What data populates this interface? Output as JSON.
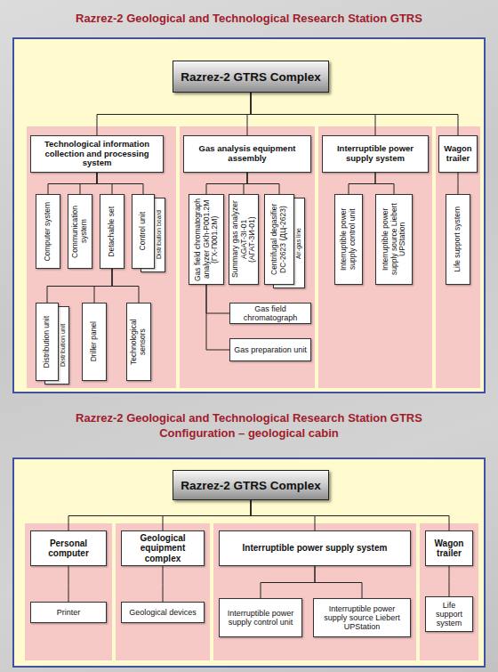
{
  "diagram": {
    "title": "Razrez-2 Geological and Technological Research Station GTRS",
    "nodes": [
      {
        "text": [
          "Razrez-2 GTRS Complex"
        ]
      },
      {
        "text": [
          "Technological information collection and processing system"
        ]
      },
      {
        "text": [
          "Computer system"
        ]
      },
      {
        "text": [
          "Communication system"
        ]
      },
      {
        "text": [
          "Detachable set"
        ]
      },
      {
        "text": [
          "Control unit"
        ]
      },
      {
        "text": [
          "Distribution board"
        ]
      },
      {
        "text": [
          "Distribution unit"
        ]
      },
      {
        "text": [
          "Distribution unit"
        ]
      },
      {
        "text": [
          "Driller panel"
        ]
      },
      {
        "text": [
          "Technological sensors"
        ]
      },
      {
        "text": [
          "Gas analysis equipment assembly"
        ]
      },
      {
        "text": [
          "Gas field chromatograph analyzer GKh-P001.2M (ГХ-П001.2М)"
        ]
      },
      {
        "text": [
          "Summary gas analyzer AGAT-3I-01 (АГАТ-3И-01)"
        ]
      },
      {
        "text": [
          "Centrifugal degasifier DC-2623 (ДЦ-2623)"
        ]
      },
      {
        "text": [
          "Air-gas line"
        ]
      },
      {
        "text": [
          "Gas field chromatograph"
        ]
      },
      {
        "text": [
          "Gas preparation unit"
        ]
      },
      {
        "text": [
          "Interruptible power supply system"
        ]
      },
      {
        "text": [
          "Interruptible power supply control unit"
        ]
      },
      {
        "text": [
          "Interruptible power supply source Liebert UPStation"
        ]
      },
      {
        "text": [
          "Wagon trailer"
        ]
      },
      {
        "text": [
          "Life support system"
        ]
      },
      {
        "text": [
          "Razrez-2 GTRS Complex"
        ]
      },
      {
        "text": [
          "Personal computer"
        ]
      },
      {
        "text": [
          "Printer"
        ]
      },
      {
        "text": [
          "Geological equipment complex"
        ]
      },
      {
        "text": [
          "Geological devices"
        ]
      },
      {
        "text": [
          "Interruptible power supply system"
        ]
      },
      {
        "text": [
          "Interruptible power supply control unit"
        ]
      },
      {
        "text": [
          "Interruptible power supply source Liebert UPStation"
        ]
      },
      {
        "text": [
          "Wagon trailer"
        ]
      },
      {
        "text": [
          "Life support system"
        ]
      }
    ],
    "edges": [
      {
        "from": 0,
        "to": 1,
        "arrow": "none"
      },
      {
        "from": 0,
        "to": 11,
        "arrow": "none"
      },
      {
        "from": 0,
        "to": 18,
        "arrow": "none"
      },
      {
        "from": 0,
        "to": 21,
        "arrow": "none"
      },
      {
        "from": 1,
        "to": 2,
        "arrow": "none"
      },
      {
        "from": 1,
        "to": 3,
        "arrow": "none"
      },
      {
        "from": 1,
        "to": 4,
        "arrow": "none"
      },
      {
        "from": 1,
        "to": 5,
        "arrow": "none"
      },
      {
        "from": 4,
        "to": 7,
        "arrow": "none"
      },
      {
        "from": 4,
        "to": 9,
        "arrow": "none"
      },
      {
        "from": 4,
        "to": 10,
        "arrow": "none"
      },
      {
        "from": 11,
        "to": 12,
        "arrow": "none"
      },
      {
        "from": 11,
        "to": 13,
        "arrow": "none"
      },
      {
        "from": 11,
        "to": 14,
        "arrow": "none"
      },
      {
        "from": 12,
        "to": 16,
        "arrow": "none"
      },
      {
        "from": 12,
        "to": 17,
        "arrow": "none"
      },
      {
        "from": 18,
        "to": 19,
        "arrow": "none"
      },
      {
        "from": 18,
        "to": 20,
        "arrow": "none"
      },
      {
        "from": 21,
        "to": 22,
        "arrow": "none"
      },
      {
        "from": 23,
        "to": 24,
        "arrow": "none"
      },
      {
        "from": 23,
        "to": 26,
        "arrow": "none"
      },
      {
        "from": 23,
        "to": 28,
        "arrow": "none"
      },
      {
        "from": 23,
        "to": 31,
        "arrow": "none"
      },
      {
        "from": 24,
        "to": 25,
        "arrow": "none"
      },
      {
        "from": 26,
        "to": 27,
        "arrow": "none"
      },
      {
        "from": 28,
        "to": 29,
        "arrow": "none"
      },
      {
        "from": 28,
        "to": 30,
        "arrow": "none"
      },
      {
        "from": 31,
        "to": 32,
        "arrow": "none"
      }
    ],
    "labels": [
      "Razrez-2 Geological and Technological Research Station GTRS Configuration – geological cabin"
    ]
  }
}
